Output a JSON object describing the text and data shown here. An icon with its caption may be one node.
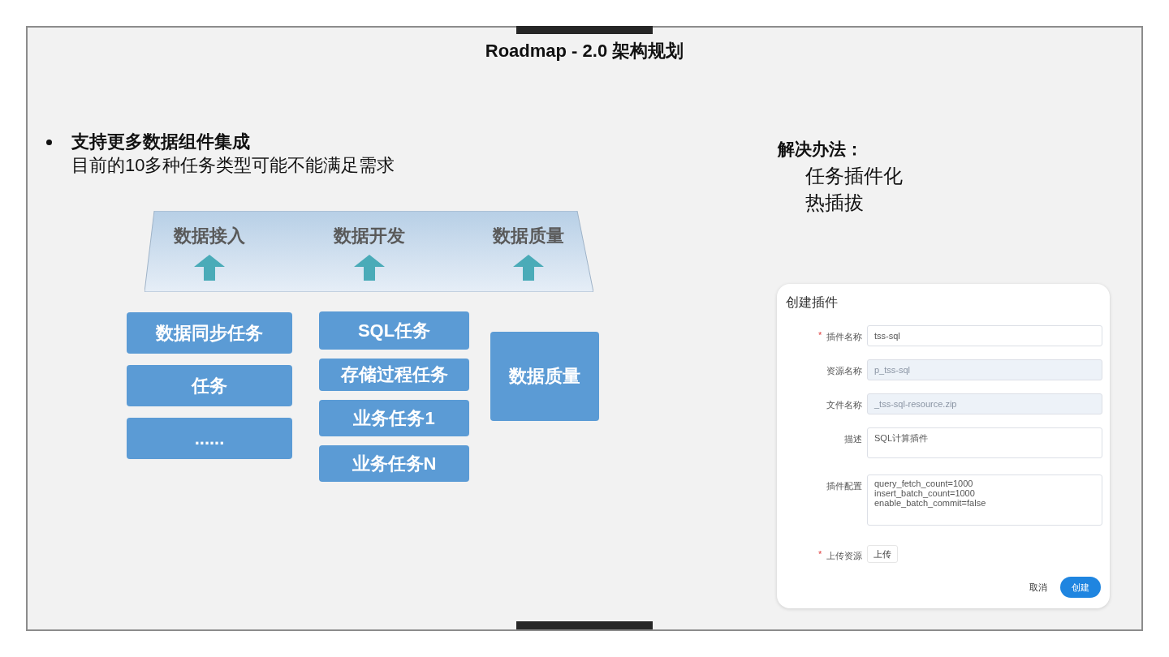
{
  "diagram": {
    "title": "Roadmap - 2.0 架构规划",
    "nodes": [
      {
        "text": [
          "数据接入",
          "数据开发",
          "数据质量"
        ]
      },
      {
        "text": [
          "数据同步任务"
        ]
      },
      {
        "text": [
          "任务"
        ]
      },
      {
        "text": [
          "......"
        ]
      },
      {
        "text": [
          "SQL任务"
        ]
      },
      {
        "text": [
          "存储过程任务"
        ]
      },
      {
        "text": [
          "业务任务1"
        ]
      },
      {
        "text": [
          "业务任务N"
        ]
      },
      {
        "text": [
          "数据质量"
        ]
      }
    ],
    "edges": [],
    "labels": [
      "支持更多数据组件集成",
      "目前的10多种任务类型可能不能满足需求",
      "解决办法：",
      "任务插件化",
      "热插拔",
      "创建插件",
      "*",
      "插件名称",
      "tss-sql",
      "资源名称",
      "p_tss-sql",
      "文件名称",
      "_tss-sql-resource.zip",
      "描述",
      "SQL计算插件",
      "插件配置",
      "query_fetch_count=1000 insert_batch_count=1000 enable_batch_commit=false",
      "*",
      "上传资源",
      "上传",
      "取消",
      "创建"
    ]
  }
}
